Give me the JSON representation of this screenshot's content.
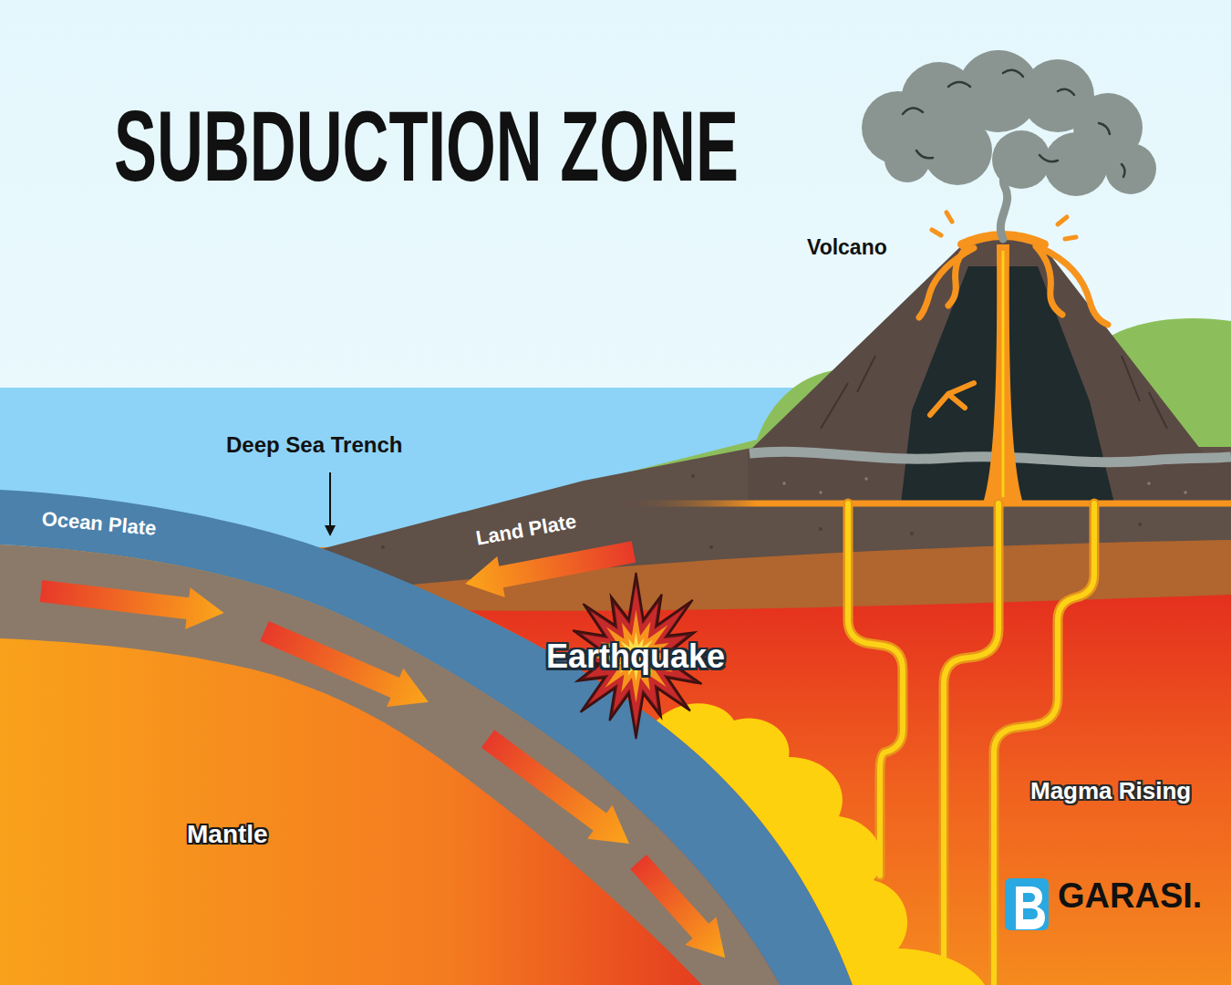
{
  "diagram": {
    "title": "SUBDUCTION ZONE",
    "nodes": [
      {
        "text": [
          "Earthquake"
        ]
      }
    ],
    "labels": [
      "Volcano",
      "Deep Sea Trench",
      "Ocean Plate",
      "Land Plate",
      "Mantle",
      "Magma Rising",
      "GARASI."
    ]
  }
}
